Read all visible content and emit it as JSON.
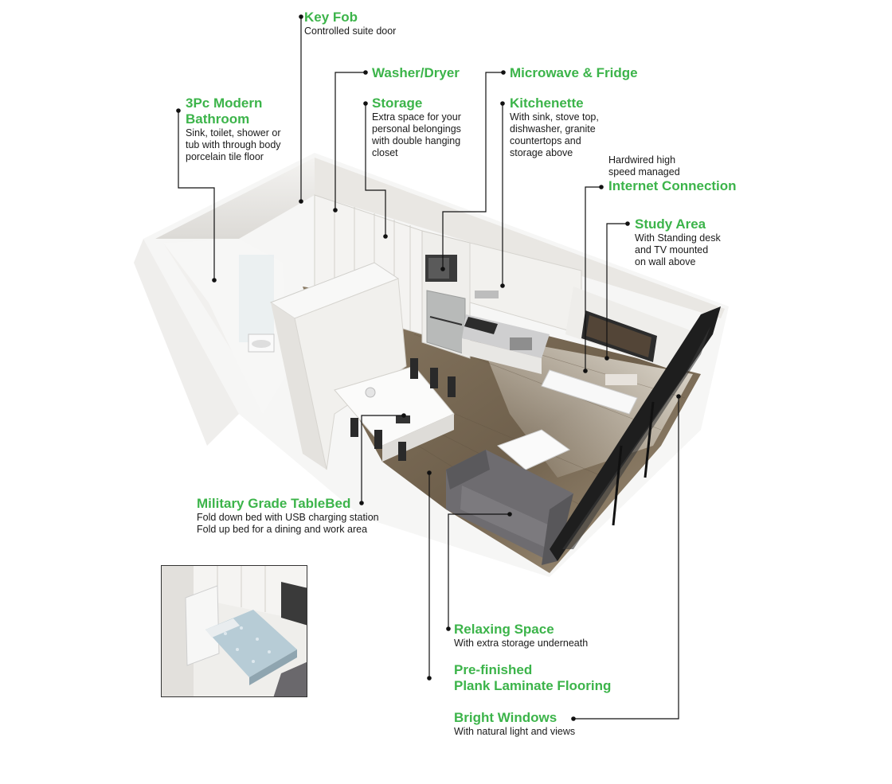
{
  "colors": {
    "accent": "#3cb44a",
    "text": "#1a1a1a",
    "leader": "#111111",
    "wall": "#ecebe8",
    "floor": "#7a6a55",
    "sofa": "#6e6c70"
  },
  "callouts": [
    {
      "id": "key-fob",
      "title": "Key Fob",
      "desc": "Controlled suite door"
    },
    {
      "id": "washer-dryer",
      "title": "Washer/Dryer",
      "desc": ""
    },
    {
      "id": "microwave-fridge",
      "title": "Microwave & Fridge",
      "desc": ""
    },
    {
      "id": "bathroom",
      "title": "3Pc Modern\nBathroom",
      "desc": "Sink, toilet, shower or\ntub with through body\nporcelain tile floor"
    },
    {
      "id": "storage",
      "title": "Storage",
      "desc": "Extra space for your\npersonal belongings\nwith double hanging\ncloset"
    },
    {
      "id": "kitchenette",
      "title": "Kitchenette",
      "desc": "With sink, stove top,\ndishwasher, granite\ncountertops and\nstorage above"
    },
    {
      "id": "internet",
      "pre": "Hardwired high\nspeed managed",
      "title": "Internet Connection",
      "desc": ""
    },
    {
      "id": "study-area",
      "title": "Study Area",
      "desc": "With Standing desk\nand TV mounted\non wall above"
    },
    {
      "id": "tablebed",
      "title": "Military Grade TableBed",
      "desc": "Fold down bed with USB charging station\nFold up bed for a dining and work area"
    },
    {
      "id": "relaxing-space",
      "title": "Relaxing Space",
      "desc": "With extra storage underneath"
    },
    {
      "id": "flooring",
      "title": "Pre-finished\nPlank Laminate Flooring",
      "desc": ""
    },
    {
      "id": "windows",
      "title": "Bright Windows",
      "desc": "With natural light and views"
    }
  ]
}
